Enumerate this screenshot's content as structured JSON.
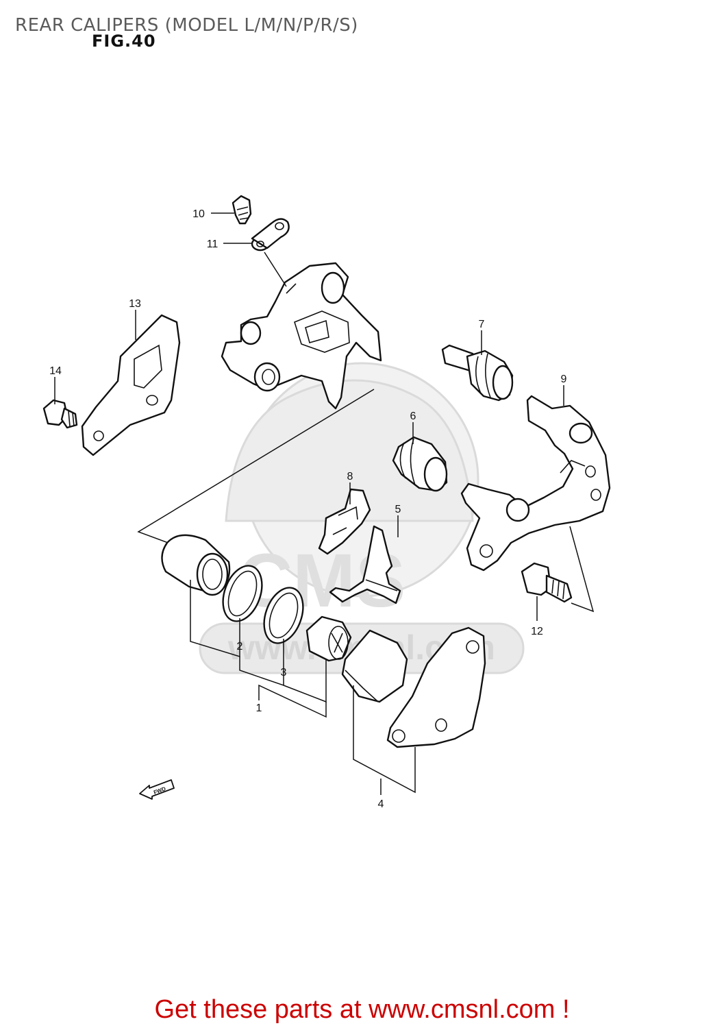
{
  "page": {
    "title": "REAR CALIPERS (MODEL L/M/N/P/R/S)",
    "figure": "FIG.40",
    "footer_link": "Get these parts at www.cmsnl.com !"
  },
  "watermark": {
    "brand": "CMS",
    "url": "www.cmsnl.com"
  },
  "diagram": {
    "direction_marker": "FWD",
    "callouts": [
      {
        "id": "1",
        "label": "1"
      },
      {
        "id": "2",
        "label": "2"
      },
      {
        "id": "3",
        "label": "3"
      },
      {
        "id": "4",
        "label": "4"
      },
      {
        "id": "5",
        "label": "5"
      },
      {
        "id": "6",
        "label": "6"
      },
      {
        "id": "7",
        "label": "7"
      },
      {
        "id": "8",
        "label": "8"
      },
      {
        "id": "9",
        "label": "9"
      },
      {
        "id": "10",
        "label": "10"
      },
      {
        "id": "11",
        "label": "11"
      },
      {
        "id": "12",
        "label": "12"
      },
      {
        "id": "13",
        "label": "13"
      },
      {
        "id": "14",
        "label": "14"
      }
    ]
  },
  "colors": {
    "title": "#5a5a5a",
    "footer_link": "#cc0000",
    "line_art": "#111111",
    "watermark": "#e0e0e0"
  }
}
